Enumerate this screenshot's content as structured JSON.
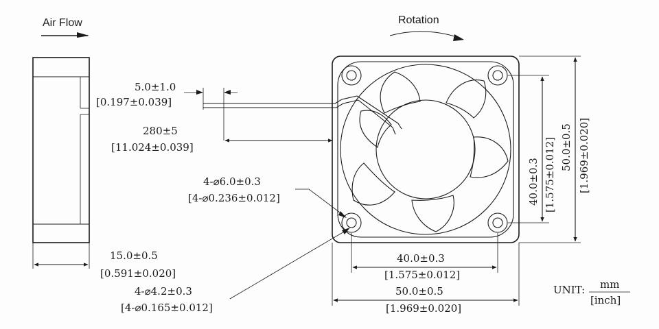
{
  "labels": {
    "air_flow": "Air Flow",
    "rotation": "Rotation"
  },
  "dimensions": {
    "lead_offset_mm": "5.0±1.0",
    "lead_offset_in": "[0.197±0.039]",
    "lead_length_mm": "280±5",
    "lead_length_in": "[11.024±0.039]",
    "hole_large_mm": "4-⌀6.0±0.3",
    "hole_large_in": "[4-⌀0.236±0.012]",
    "thickness_mm": "15.0±0.5",
    "thickness_in": "[0.591±0.020]",
    "hole_small_mm": "4-⌀4.2±0.3",
    "hole_small_in": "[4-⌀0.165±0.012]",
    "hole_pitch_h_mm": "40.0±0.3",
    "hole_pitch_h_in": "[1.575±0.012]",
    "frame_width_mm": "50.0±0.5",
    "frame_width_in": "[1.969±0.020]",
    "hole_pitch_v_mm": "40.0±0.3",
    "hole_pitch_v_in": "[1.575±0.012]",
    "frame_height_mm": "50.0±0.5",
    "frame_height_in": "[1.969±0.020]"
  },
  "unit": {
    "label": "UNIT:",
    "numerator": "mm",
    "denominator": "[inch]"
  }
}
